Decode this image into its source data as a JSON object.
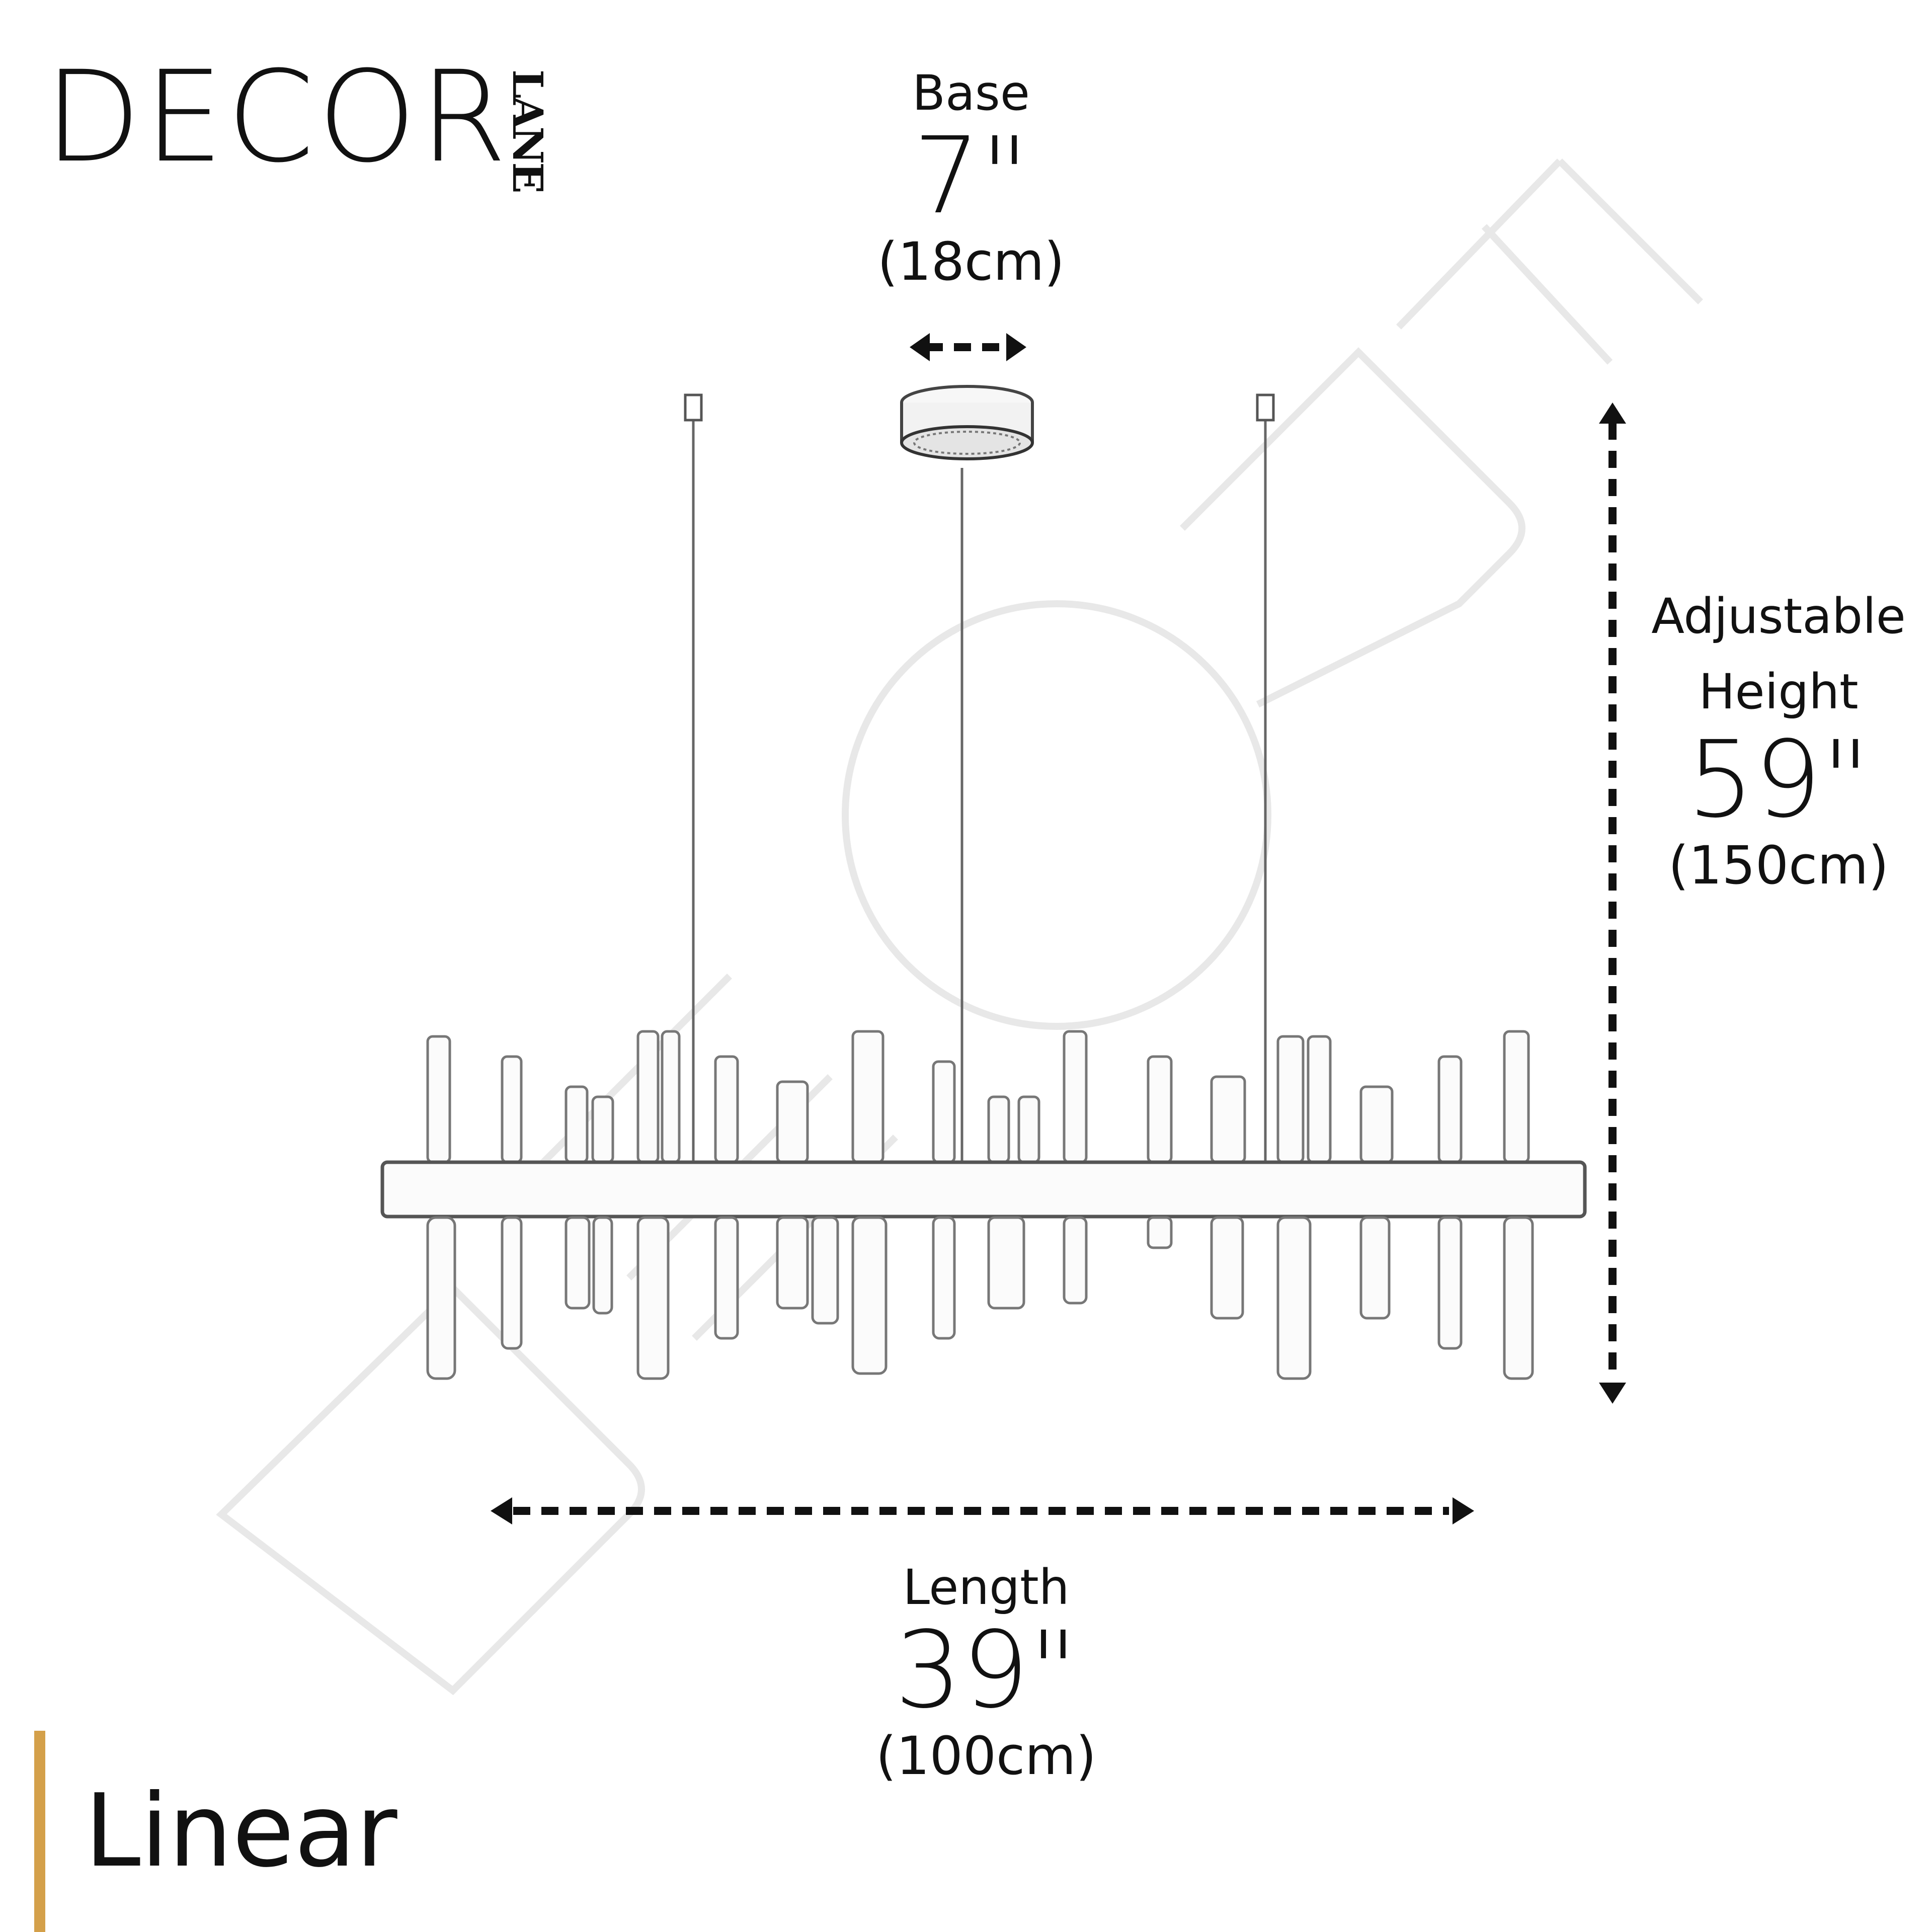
{
  "brand": {
    "name": "DECOR",
    "subname": "LANE"
  },
  "base": {
    "label": "Base",
    "imperial": "7\"",
    "metric": "(18cm)"
  },
  "height": {
    "label_line1": "Adjustable",
    "label_line2": "Height",
    "imperial": "59\"",
    "metric": "(150cm)"
  },
  "length": {
    "label": "Length",
    "imperial": "39\"",
    "metric": "(100cm)"
  },
  "product": {
    "type": "Linear"
  },
  "colors": {
    "accent": "#d4a04a",
    "text": "#111111",
    "watermark": "#e6e6e6"
  }
}
